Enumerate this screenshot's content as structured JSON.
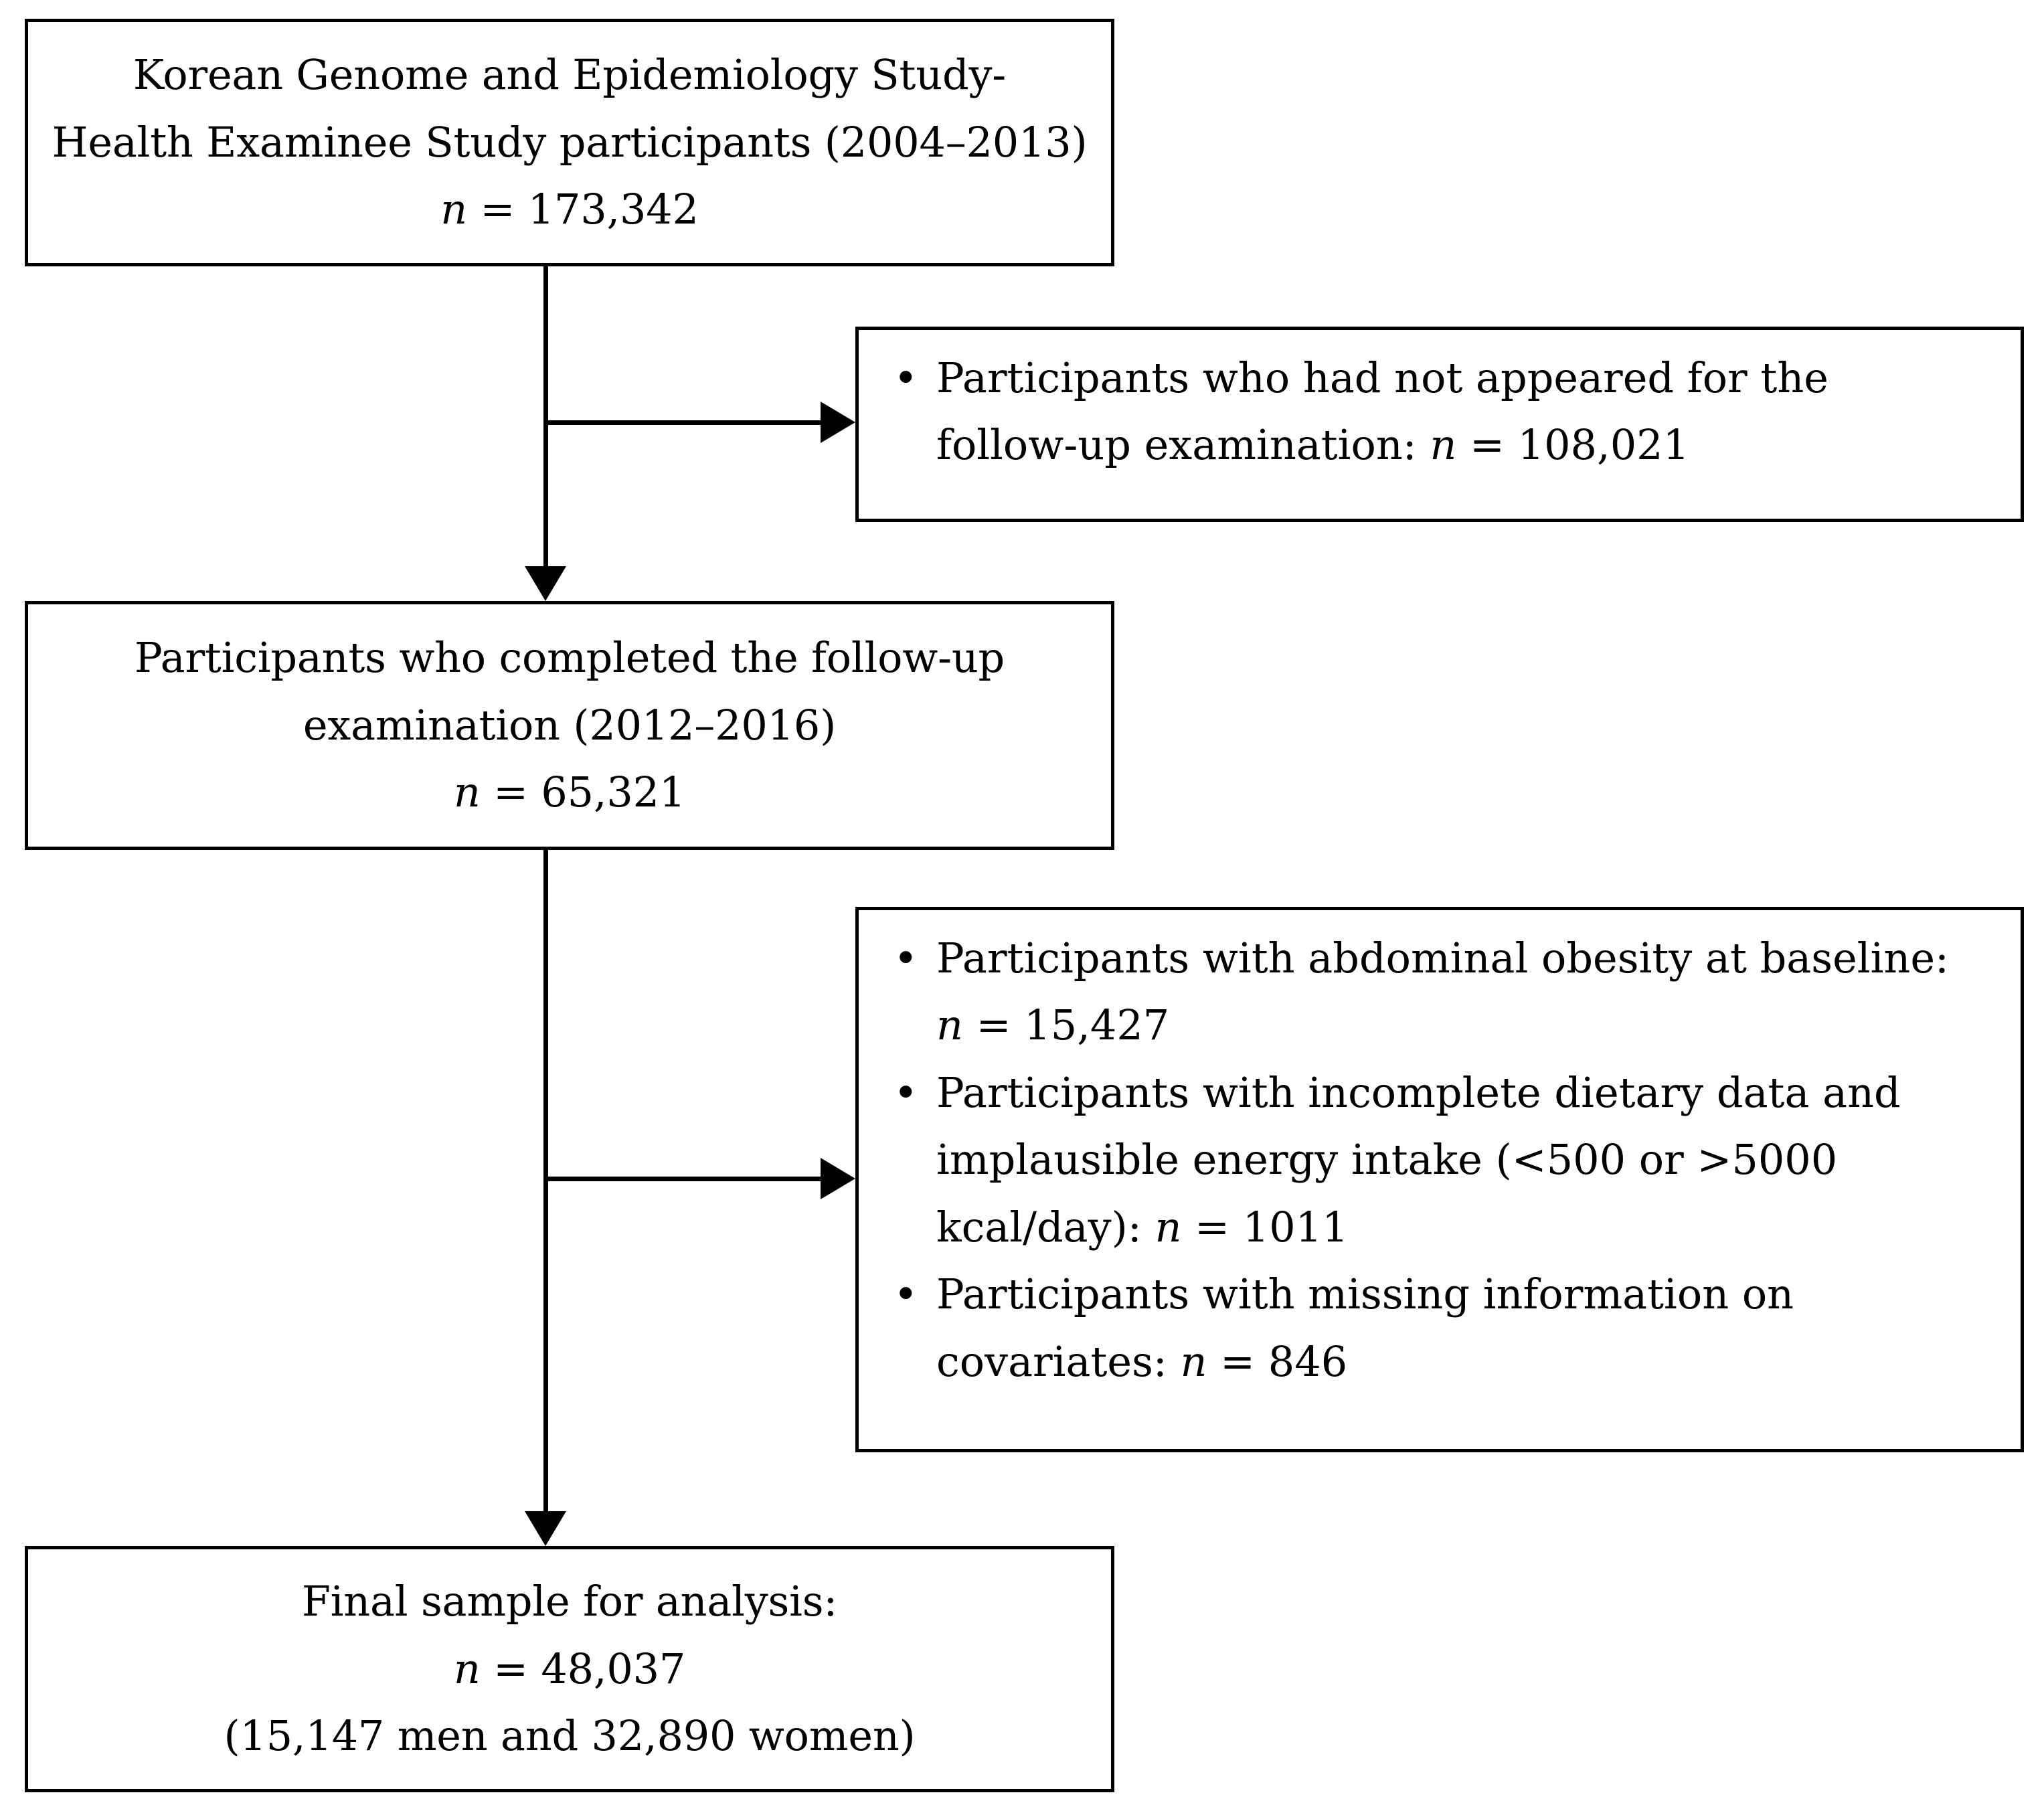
{
  "diagram": {
    "type": "participant-flow-chart",
    "nodes": {
      "source_cohort": {
        "line1": "Korean Genome and Epidemiology  Study-",
        "line2": "Health Examinee Study participants (2004–2013)",
        "n_prefix": "n",
        "n_value": " = 173,342"
      },
      "exclusion_1": {
        "bullets": [
          {
            "marker": "•",
            "line1": "Participants who had not appeared for the",
            "line2_pre": "follow-up examination: ",
            "line2_ital": "n",
            "line2_post": " = 108,021"
          }
        ]
      },
      "followup_cohort": {
        "line1": "Participants who completed the follow-up",
        "line2": "examination (2012–2016)",
        "n_prefix": "n",
        "n_value": " = 65,321"
      },
      "exclusion_2": {
        "bullets": [
          {
            "marker": "•",
            "line1": "Participants with abdominal obesity at baseline:",
            "line2_pre": "",
            "line2_ital": "n",
            "line2_post": " = 15,427"
          },
          {
            "marker": "•",
            "line1": "Participants with incomplete dietary data and",
            "line1b": "implausible energy intake (<500 or >5000",
            "line2_pre": "kcal/day): ",
            "line2_ital": "n",
            "line2_post": " = 1011"
          },
          {
            "marker": "•",
            "line1": "Participants with missing information on",
            "line2_pre": "covariates: ",
            "line2_ital": "n",
            "line2_post": " = 846"
          }
        ]
      },
      "final_sample": {
        "line1": "Final sample for analysis:",
        "n_prefix": "n",
        "n_value": " = 48,037",
        "line3": "(15,147 men and 32,890 women)"
      }
    },
    "colors": {
      "stroke": "#000000",
      "fill": "#ffffff",
      "text": "#000000"
    }
  }
}
